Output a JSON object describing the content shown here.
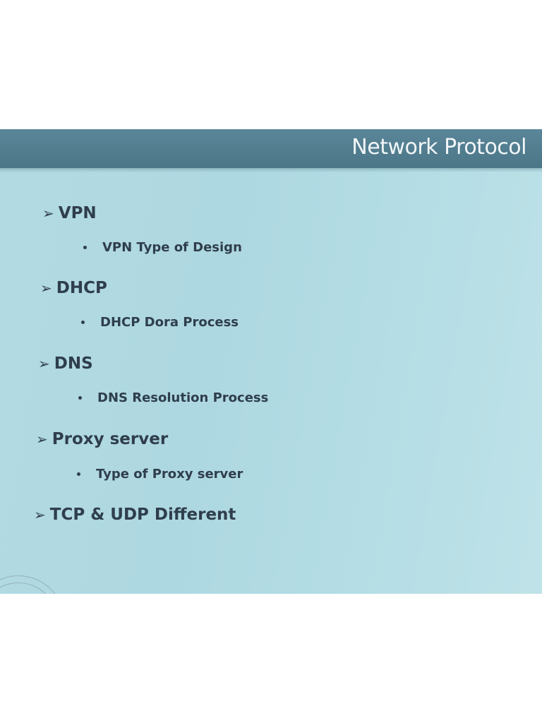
{
  "slide": {
    "title": "Network Protocol",
    "colors": {
      "title_bar": "#4f7b8e",
      "background": "#b0d9e2",
      "text": "#2f3e4c",
      "title_text": "#f2f6f8"
    },
    "items": [
      {
        "label": "VPN",
        "sub": "VPN Type of Design"
      },
      {
        "label": "DHCP",
        "sub": "DHCP Dora Process"
      },
      {
        "label": "DNS",
        "sub": "DNS Resolution Process"
      },
      {
        "label": "Proxy server",
        "sub": "Type of Proxy server"
      },
      {
        "label": "TCP & UDP Different"
      }
    ],
    "arrow_glyph": "➢",
    "icons": [
      "arrow-bullet-icon",
      "dot-bullet-icon",
      "circle-decoration-icon"
    ]
  }
}
